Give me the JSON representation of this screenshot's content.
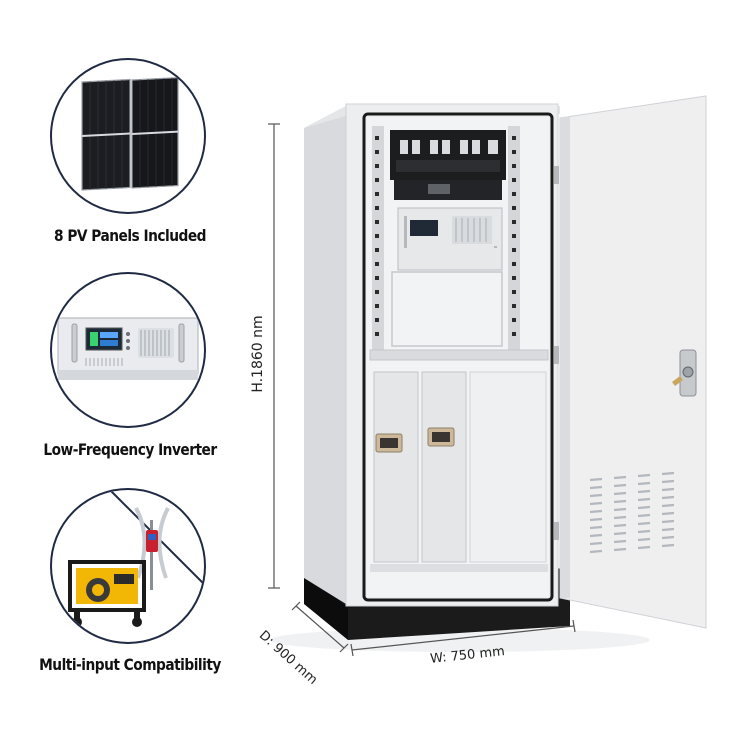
{
  "features": [
    {
      "caption": "8 PV Panels Included",
      "icon": "solar-panel-icon"
    },
    {
      "caption": "Low-Frequency Inverter",
      "icon": "inverter-icon"
    },
    {
      "caption": "Multi-input Compatibility",
      "icon": "generator-wind-turbine-icon"
    }
  ],
  "dimensions": {
    "height": "H.1860 nm",
    "depth": "D: 900 mm",
    "width": "W: 750 mm"
  },
  "colors": {
    "badge_border": "#1f2a44",
    "cabinet": "#eeeff0",
    "plinth": "#111111",
    "generator_yellow": "#f2b705"
  }
}
